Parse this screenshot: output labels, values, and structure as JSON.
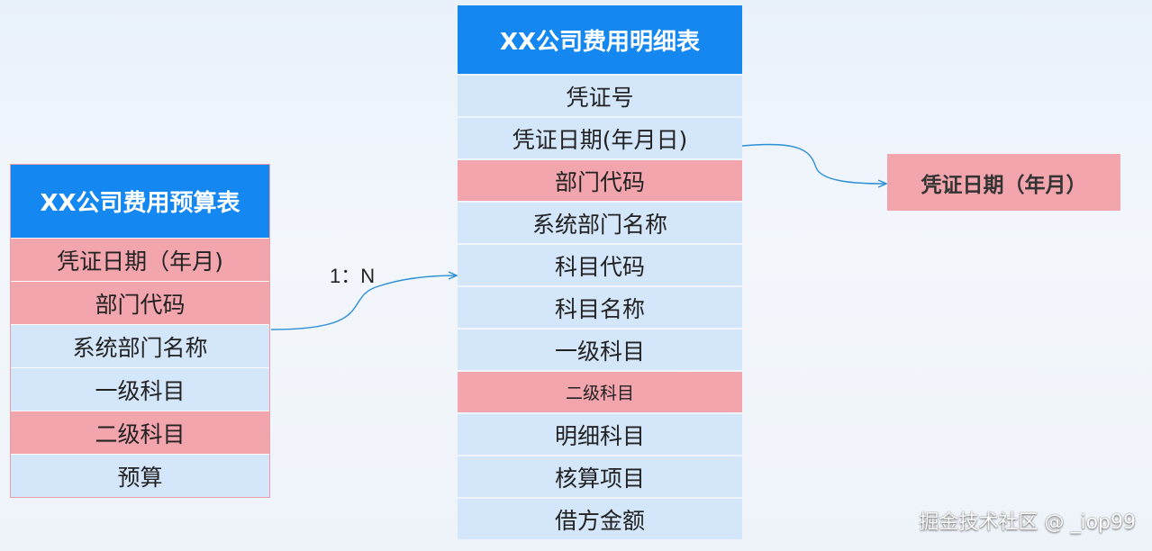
{
  "left_table": {
    "title": "XX公司费用预算表",
    "rows": [
      {
        "label": "凭证日期（年月)",
        "color": "pink"
      },
      {
        "label": "部门代码",
        "color": "pink"
      },
      {
        "label": "系统部门名称",
        "color": "blue"
      },
      {
        "label": "一级科目",
        "color": "blue"
      },
      {
        "label": "二级科目",
        "color": "pink"
      },
      {
        "label": "预算",
        "color": "blue"
      }
    ]
  },
  "right_table": {
    "title": "XX公司费用明细表",
    "rows": [
      {
        "label": "凭证号",
        "color": "blue"
      },
      {
        "label": "凭证日期(年月日)",
        "color": "blue"
      },
      {
        "label": "部门代码",
        "color": "pink"
      },
      {
        "label": "系统部门名称",
        "color": "blue"
      },
      {
        "label": "科目代码",
        "color": "blue"
      },
      {
        "label": "科目名称",
        "color": "blue"
      },
      {
        "label": "一级科目",
        "color": "blue"
      },
      {
        "label": "二级科目",
        "color": "pink"
      },
      {
        "label": "明细科目",
        "color": "blue"
      },
      {
        "label": "核算项目",
        "color": "blue"
      },
      {
        "label": "借方金额",
        "color": "blue"
      }
    ]
  },
  "relation": {
    "label": "1：N"
  },
  "derived_field": {
    "label": "凭证日期（年月）"
  },
  "watermark": "掘金技术社区 @ _iop99",
  "colors": {
    "header_blue": "#1487f1",
    "row_blue": "#d4e6fa",
    "row_pink": "#f3a5ad",
    "connector": "#2b8fd6"
  }
}
